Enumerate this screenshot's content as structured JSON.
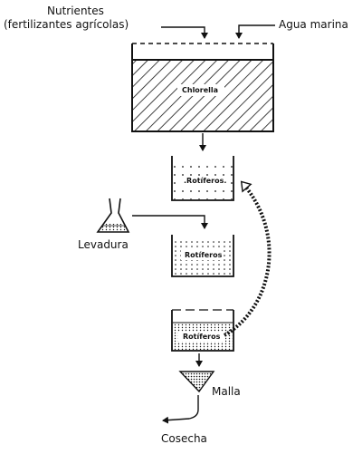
{
  "labels": {
    "nutrients_line1": "Nutrientes",
    "nutrients_line2": "(fertilizantes agrícolas)",
    "seawater": "Agua marina",
    "chlorella": "Chlorella",
    "rotifers_top": ".Rotíferos.",
    "rotifers_mid": "Rotíferos",
    "rotifers_bottom": "Rotíferos",
    "yeast": "Levadura",
    "mesh": "Malla",
    "harvest": "Cosecha"
  },
  "colors": {
    "ink": "#111111",
    "background": "#ffffff"
  },
  "icons": {
    "flask": "conical-flask-icon",
    "mesh": "funnel-net-icon"
  }
}
